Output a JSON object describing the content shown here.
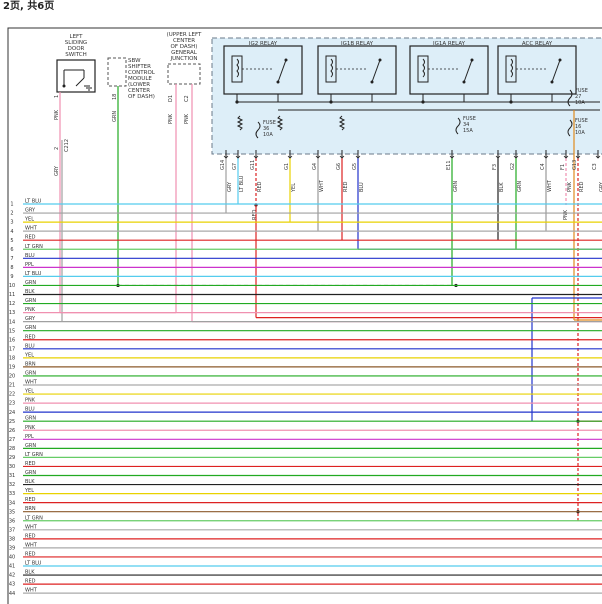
{
  "header": {
    "page_label": "2页, 共6页"
  },
  "components": {
    "door_switch": [
      "LEFT",
      "SLIDING",
      "DOOR",
      "SWITCH"
    ],
    "sbw": [
      "SBW",
      "SHIFTER",
      "CONTROL",
      "MODULE",
      "(LOWER",
      "CENTER",
      "OF DASH)"
    ],
    "junction": [
      "(UPPER LEFT",
      "CENTER",
      "OF DASH)",
      "GENERAL",
      "JUNCTION"
    ]
  },
  "relays": [
    {
      "label": "IG2 RELAY"
    },
    {
      "label": "IG1B RELAY"
    },
    {
      "label": "IG1A RELAY"
    },
    {
      "label": "ACC RELAY"
    }
  ],
  "fuses": [
    {
      "lines": [
        "FUSE",
        "36",
        "10A"
      ]
    },
    {
      "lines": [
        "FUSE",
        "34",
        "15A"
      ]
    },
    {
      "lines": [
        "FUSE",
        "27",
        "10A"
      ]
    },
    {
      "lines": [
        "FUSE",
        "16",
        "10A"
      ]
    }
  ],
  "pins": [
    {
      "code": "G14",
      "wire": "GRY",
      "color": "#a0a0a0"
    },
    {
      "code": "G7",
      "wire": "LT BLU",
      "color": "#55ccee"
    },
    {
      "code": "G11",
      "wire": "RED",
      "color": "#dd2222"
    },
    {
      "code": "G1",
      "wire": "YEL",
      "color": "#e8d200"
    },
    {
      "code": "G4",
      "wire": "WHT",
      "color": "#999999"
    },
    {
      "code": "G6",
      "wire": "RED",
      "color": "#dd2222"
    },
    {
      "code": "G5",
      "wire": "BLU",
      "color": "#2233cc"
    },
    {
      "code": "E11",
      "wire": "GRN",
      "color": "#22aa22"
    },
    {
      "code": "F3",
      "wire": "BLK",
      "color": "#222222"
    },
    {
      "code": "G2",
      "wire": "GRN",
      "color": "#22aa22"
    },
    {
      "code": "C4",
      "wire": "WHT",
      "color": "#999999"
    },
    {
      "code": "F1",
      "wire": "PNK",
      "color": "#f090b0"
    },
    {
      "code": "G13",
      "wire": "RED",
      "color": "#dd2222"
    },
    {
      "code": "C3",
      "wire": "GRY",
      "color": "#a0a0a0"
    }
  ],
  "component_pins": {
    "door_pin": "1",
    "door_pin_wire": "PNK",
    "door_pin2": "2",
    "door_pin2_wire": "GRY",
    "door_connector": "C212",
    "sbw_pin": "18",
    "sbw_wire": "GRN",
    "jn_pin1": "D1",
    "jn_pin1_wire": "PNK",
    "jn_pin2": "C2",
    "jn_pin2_wire": "PNK",
    "fuse_red_wire": "RED",
    "fuse16_pnk_wire": "PNK"
  },
  "harness": [
    {
      "n": "1",
      "label": "LT BLU",
      "color": "#55ccee"
    },
    {
      "n": "2",
      "label": "GRY",
      "color": "#a0a0a0"
    },
    {
      "n": "3",
      "label": "YEL",
      "color": "#e8d200"
    },
    {
      "n": "4",
      "label": "WHT",
      "color": "#aaaaaa"
    },
    {
      "n": "5",
      "label": "RED",
      "color": "#dd2222"
    },
    {
      "n": "6",
      "label": "LT GRN",
      "color": "#66cc66"
    },
    {
      "n": "7",
      "label": "BLU",
      "color": "#2233cc"
    },
    {
      "n": "8",
      "label": "PPL",
      "color": "#cc33cc"
    },
    {
      "n": "9",
      "label": "LT BLU",
      "color": "#55ccee"
    },
    {
      "n": "10",
      "label": "GRN",
      "color": "#22aa22"
    },
    {
      "n": "11",
      "label": "BLK",
      "color": "#222222"
    },
    {
      "n": "12",
      "label": "GRN",
      "color": "#22aa22"
    },
    {
      "n": "13",
      "label": "PNK",
      "color": "#f090b0"
    },
    {
      "n": "14",
      "label": "GRY",
      "color": "#a0a0a0"
    },
    {
      "n": "15",
      "label": "GRN",
      "color": "#22aa22"
    },
    {
      "n": "16",
      "label": "RED",
      "color": "#dd2222"
    },
    {
      "n": "17",
      "label": "BLU",
      "color": "#2233cc"
    },
    {
      "n": "18",
      "label": "YEL",
      "color": "#e8d200"
    },
    {
      "n": "19",
      "label": "BRN",
      "color": "#8b5a2b"
    },
    {
      "n": "20",
      "label": "GRN",
      "color": "#22aa22"
    },
    {
      "n": "21",
      "label": "WHT",
      "color": "#aaaaaa"
    },
    {
      "n": "22",
      "label": "YEL",
      "color": "#e8d200"
    },
    {
      "n": "23",
      "label": "PNK",
      "color": "#f090b0"
    },
    {
      "n": "24",
      "label": "BLU",
      "color": "#2233cc"
    },
    {
      "n": "25",
      "label": "GRN",
      "color": "#22aa22"
    },
    {
      "n": "26",
      "label": "PNK",
      "color": "#f090b0"
    },
    {
      "n": "27",
      "label": "PPL",
      "color": "#cc33cc"
    },
    {
      "n": "28",
      "label": "GRN",
      "color": "#22aa22"
    },
    {
      "n": "29",
      "label": "LT GRN",
      "color": "#66cc66"
    },
    {
      "n": "30",
      "label": "RED",
      "color": "#dd2222"
    },
    {
      "n": "31",
      "label": "GRN",
      "color": "#22aa22"
    },
    {
      "n": "32",
      "label": "BLK",
      "color": "#222222"
    },
    {
      "n": "33",
      "label": "YEL",
      "color": "#e8d200"
    },
    {
      "n": "34",
      "label": "RED",
      "color": "#dd2222"
    },
    {
      "n": "35",
      "label": "BRN",
      "color": "#8b5a2b"
    },
    {
      "n": "36",
      "label": "LT GRN",
      "color": "#66cc66"
    },
    {
      "n": "37",
      "label": "WHT",
      "color": "#aaaaaa"
    },
    {
      "n": "38",
      "label": "RED",
      "color": "#dd2222"
    },
    {
      "n": "39",
      "label": "WHT",
      "color": "#aaaaaa"
    },
    {
      "n": "40",
      "label": "RED",
      "color": "#dd2222"
    },
    {
      "n": "41",
      "label": "LT BLU",
      "color": "#55ccee"
    },
    {
      "n": "42",
      "label": "BLK",
      "color": "#222222"
    },
    {
      "n": "43",
      "label": "RED",
      "color": "#dd2222"
    },
    {
      "n": "44",
      "label": "WHT",
      "color": "#aaaaaa"
    }
  ],
  "colors": {
    "relay_panel_fill": "#ddeef8",
    "relay_panel_border": "#6a7a8a",
    "ink": "#222222"
  }
}
